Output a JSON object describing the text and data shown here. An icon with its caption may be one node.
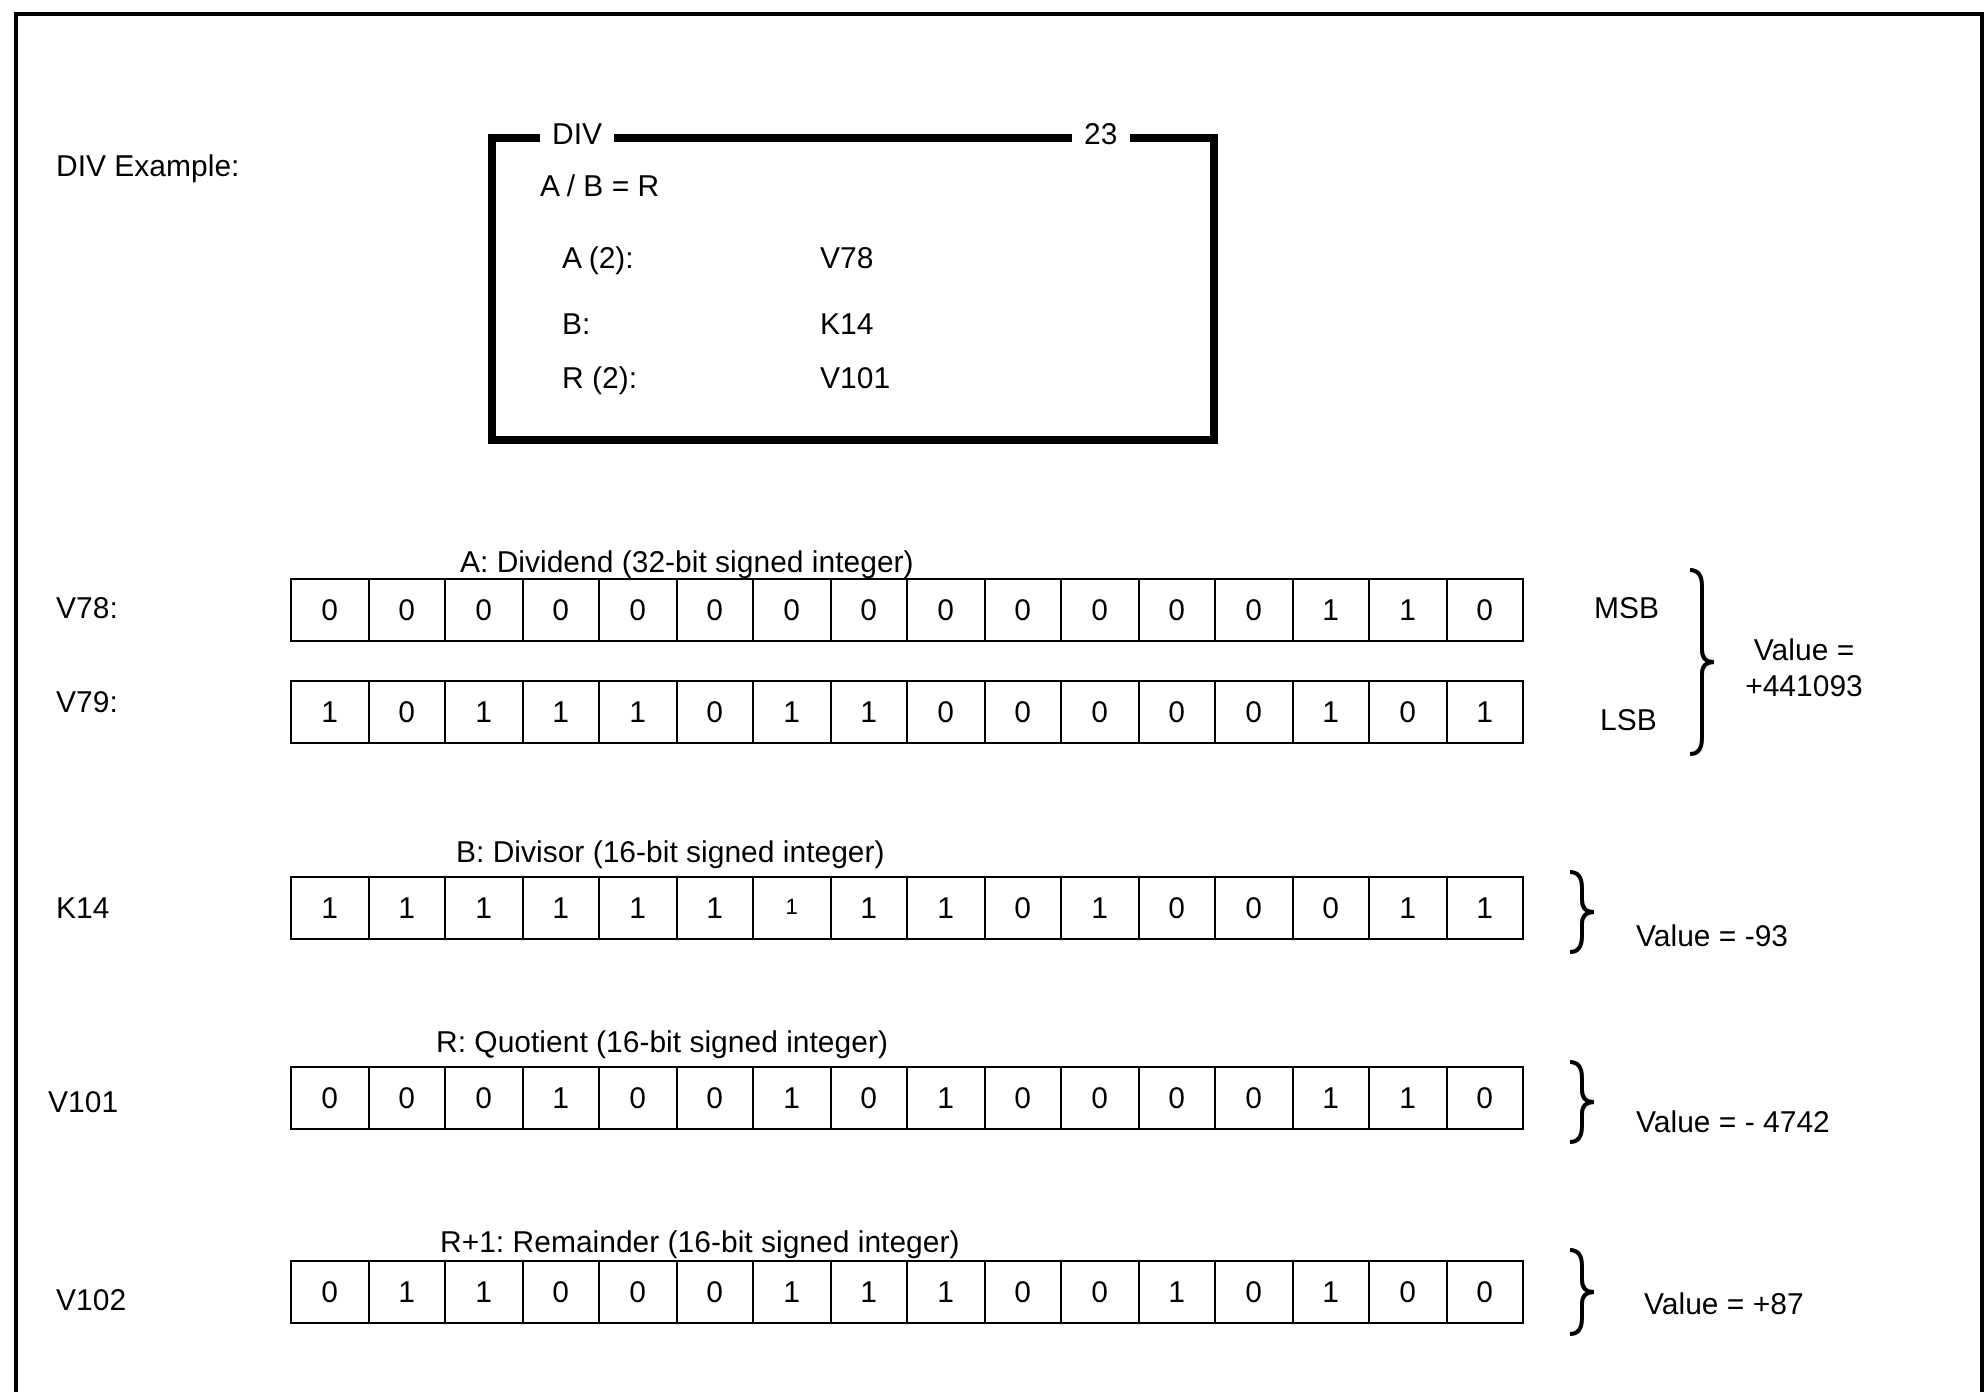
{
  "diagram": {
    "nodes": [
      {
        "text": [
          "DIV",
          "23",
          "A / B = R",
          "A (2):",
          "V78",
          "B:",
          "K14",
          "R (2):",
          "V101"
        ]
      },
      {
        "text": [
          "0",
          "0",
          "0",
          "0",
          "0",
          "0",
          "0",
          "0",
          "0",
          "0",
          "0",
          "0",
          "0",
          "1",
          "1",
          "0"
        ]
      },
      {
        "text": [
          "1",
          "0",
          "1",
          "1",
          "1",
          "0",
          "1",
          "1",
          "0",
          "0",
          "0",
          "0",
          "0",
          "1",
          "0",
          "1"
        ]
      },
      {
        "text": [
          "1",
          "1",
          "1",
          "1",
          "1",
          "1",
          "1",
          "1",
          "1",
          "0",
          "1",
          "0",
          "0",
          "0",
          "1",
          "1"
        ]
      },
      {
        "text": [
          "0",
          "0",
          "0",
          "1",
          "0",
          "0",
          "1",
          "0",
          "1",
          "0",
          "0",
          "0",
          "0",
          "1",
          "1",
          "0"
        ]
      },
      {
        "text": [
          "0",
          "1",
          "1",
          "0",
          "0",
          "0",
          "1",
          "1",
          "1",
          "0",
          "0",
          "1",
          "0",
          "1",
          "0",
          "0"
        ]
      }
    ],
    "labels": [
      "DIV Example:",
      "A: Dividend (32-bit signed integer)",
      "V78:",
      "MSB",
      "Value = +441093",
      "V79:",
      "LSB",
      "B: Divisor (16-bit signed integer)",
      "K14",
      "Value = -93",
      "R: Quotient (16-bit signed integer)",
      "V101",
      "Value = - 4742",
      "R+1: Remainder (16-bit signed integer)",
      "V102",
      "Value = +87"
    ]
  }
}
